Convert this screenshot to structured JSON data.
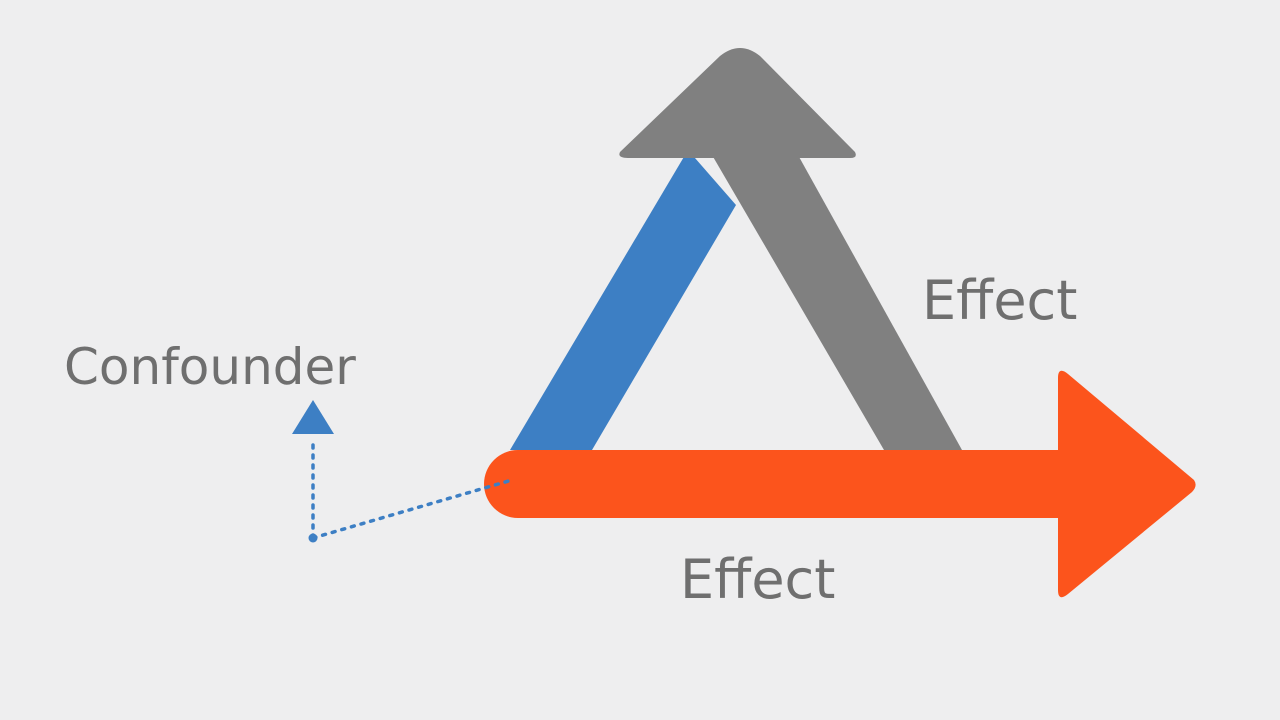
{
  "labels": {
    "confounder": "Confounder",
    "effect_upper": "Effect",
    "effect_lower": "Effect"
  },
  "colors": {
    "background": "#eeeeef",
    "blue_arrow": "#3d7fc4",
    "gray_arrow": "#808080",
    "orange_arrow": "#fc541c",
    "dotted_line": "#3d7fc4",
    "text": "#6f6f6f"
  },
  "icons": {
    "small_triangle": "small-up-triangle-icon"
  }
}
